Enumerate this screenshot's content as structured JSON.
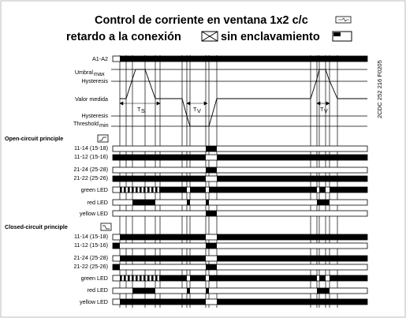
{
  "title": {
    "line1": "Control de corriente en ventana 1x2 c/c",
    "line2a": "retardo a la conexión",
    "line2b": "sin enclavamiento"
  },
  "code": "2CDC 252 216 F0205",
  "analog_labels": {
    "a1a2": "A1-A2",
    "umbral": "Umbral",
    "umbral_sub": "max",
    "hyst1": "Hysteresis",
    "valor": "Valor medida",
    "hyst2": "Hysteresis",
    "thresh": "Threshold",
    "thresh_sub": "min"
  },
  "time_labels": {
    "ts": "T",
    "ts_sub": "S",
    "tv1": "T",
    "tv1_sub": "V",
    "tv2": "T",
    "tv2_sub": "V"
  },
  "sections": {
    "open": "Open-circuit principle",
    "closed": "Closed-circuit principle"
  },
  "rows": {
    "c1": "11-14 (15-18)",
    "c2": "11-12 (15-16)",
    "c3": "21-24 (25-28)",
    "c4": "21-22 (25-26)",
    "green": "green LED",
    "red": "red LED",
    "yellow": "yellow LED"
  },
  "icons": [
    "tilde-window-icon",
    "cross-box-icon",
    "latch-off-icon",
    "open-circuit-icon",
    "closed-circuit-icon"
  ]
}
